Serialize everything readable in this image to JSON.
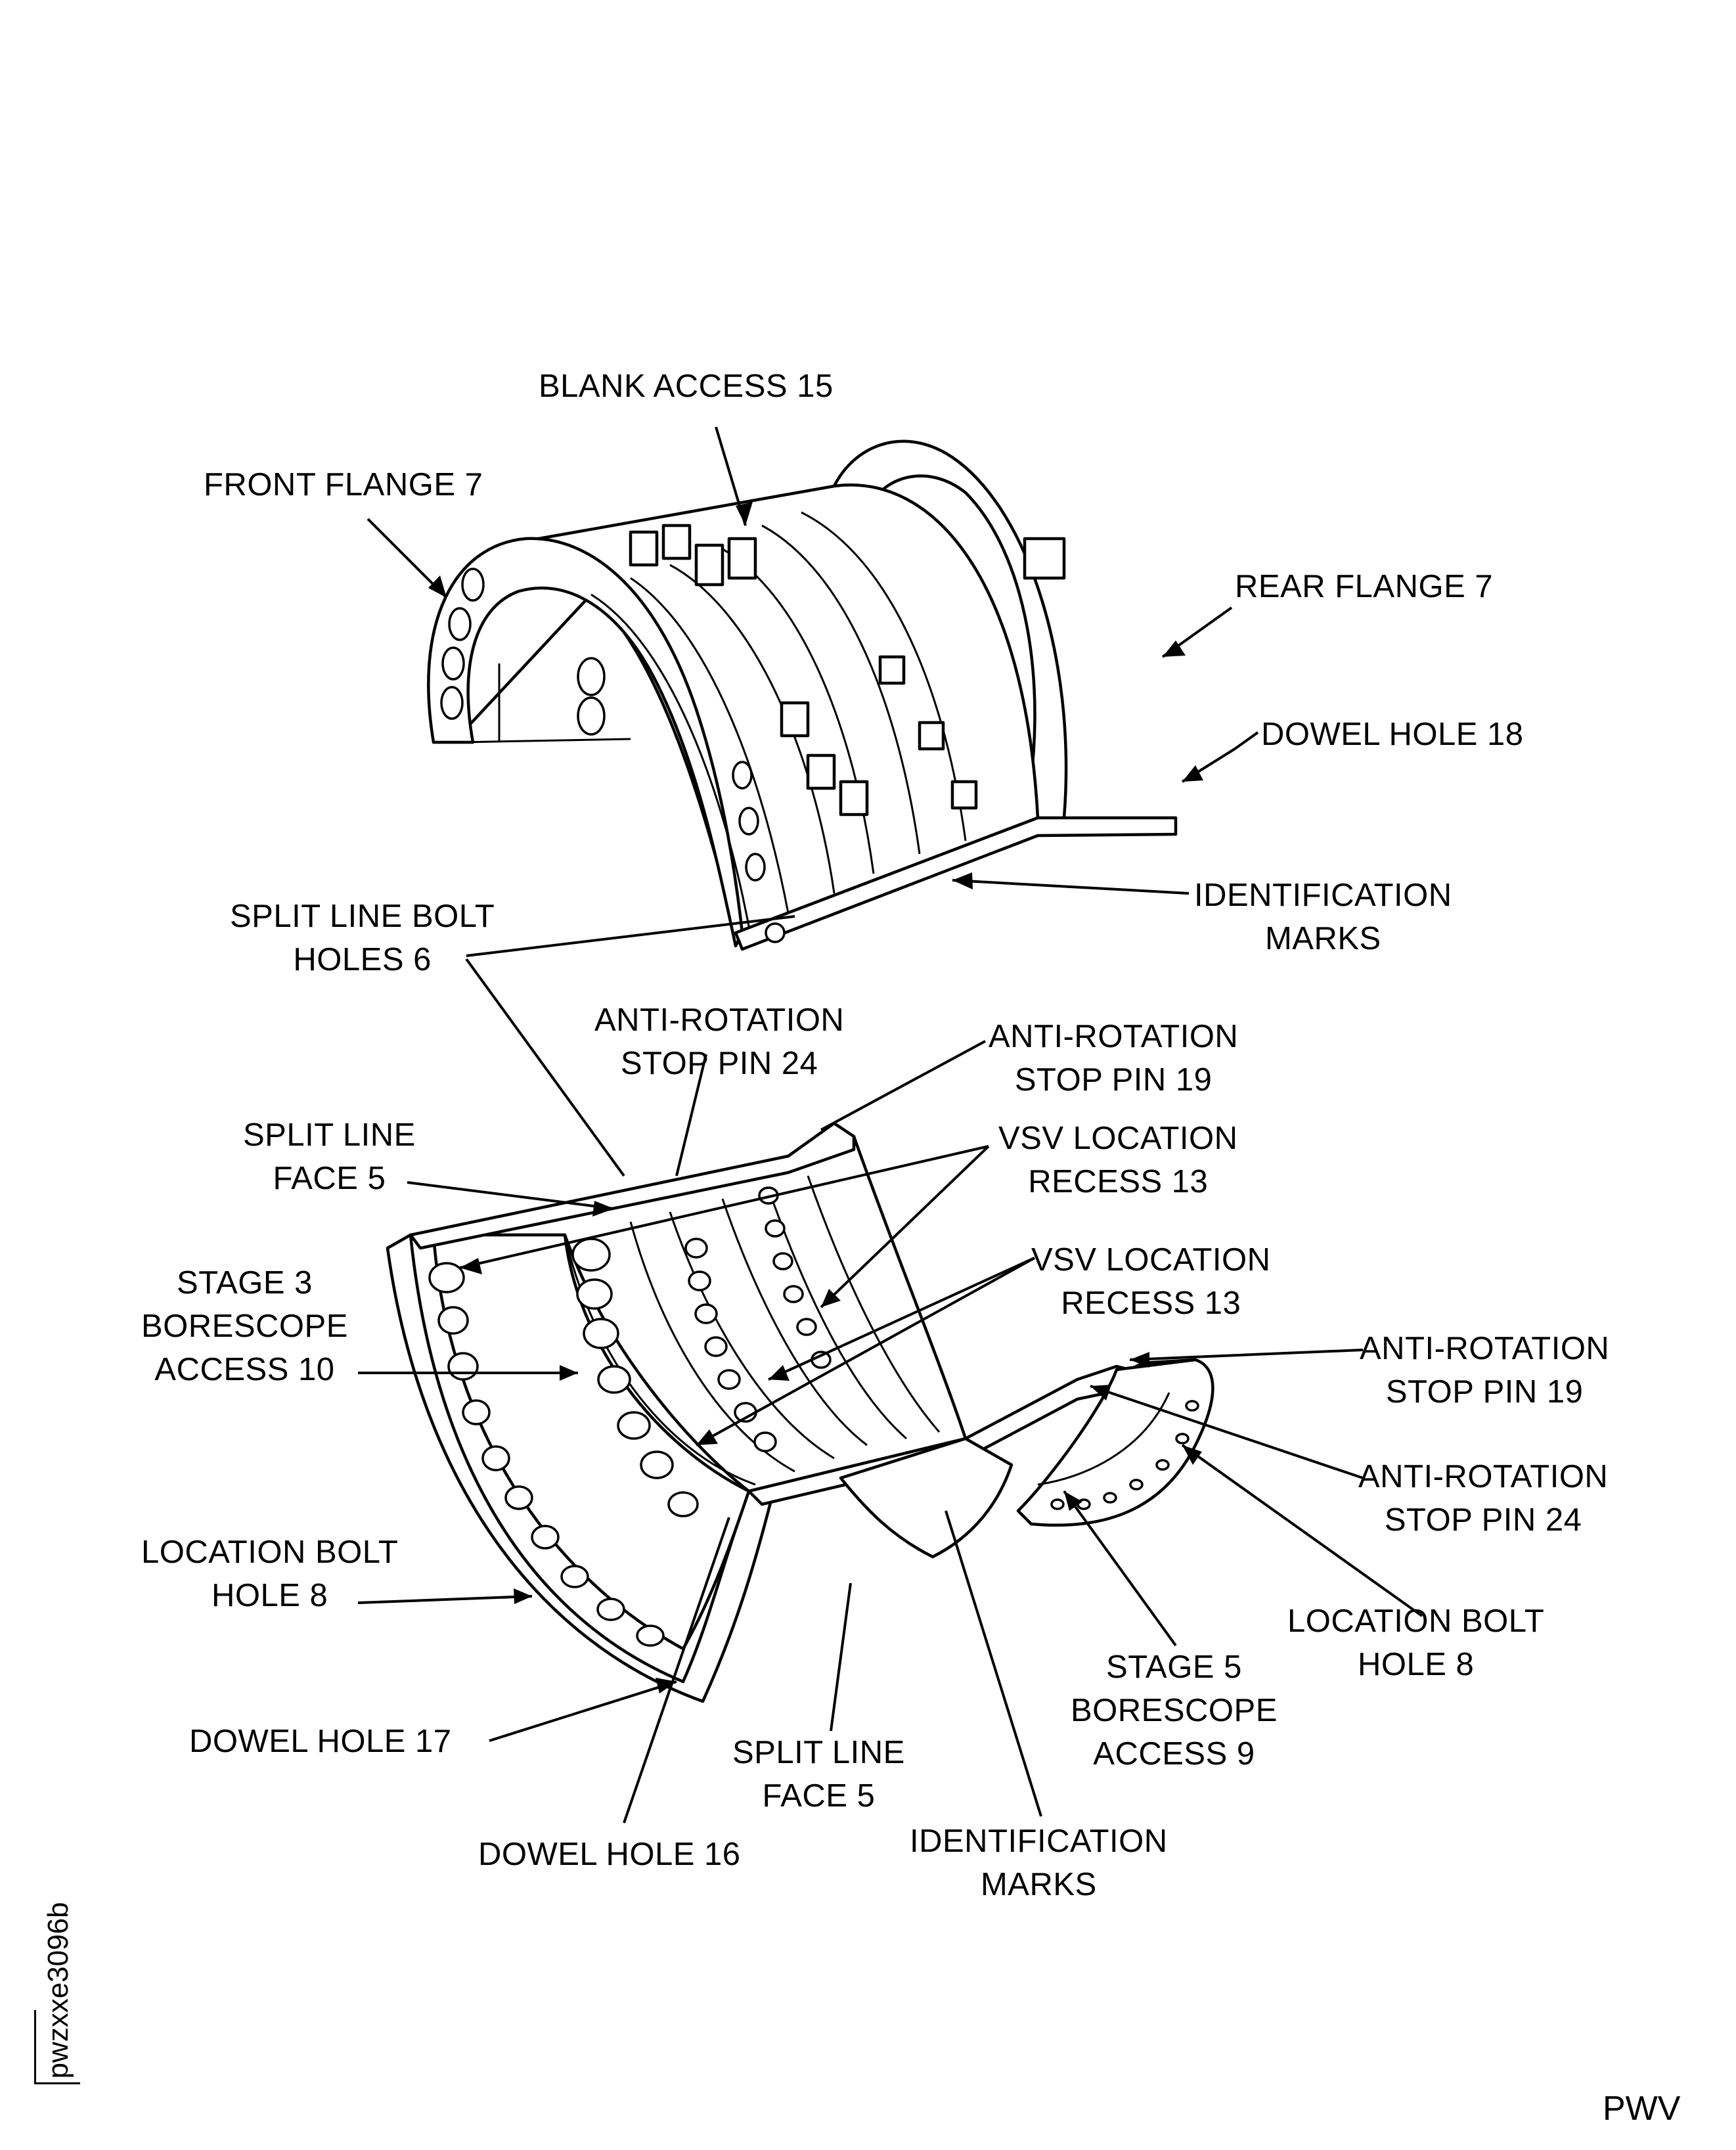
{
  "figure_code": "pwzxxe3096b",
  "corner_mark": "PWV",
  "callouts": {
    "blank_access": [
      "BLANK ACCESS 15"
    ],
    "front_flange": [
      "FRONT FLANGE 7"
    ],
    "rear_flange": [
      "REAR FLANGE 7"
    ],
    "dowel_hole_18": [
      "DOWEL HOLE 18"
    ],
    "id_marks_upper": [
      "IDENTIFICATION",
      "MARKS"
    ],
    "split_line_bolt_holes": [
      "SPLIT LINE BOLT",
      "HOLES 6"
    ],
    "anti_rot_24_top": [
      "ANTI-ROTATION",
      "STOP PIN 24"
    ],
    "anti_rot_19_top": [
      "ANTI-ROTATION",
      "STOP PIN 19"
    ],
    "split_line_face_left": [
      "SPLIT LINE",
      "FACE 5"
    ],
    "vsv_recess_upper": [
      "VSV LOCATION",
      "RECESS 13"
    ],
    "vsv_recess_lower": [
      "VSV LOCATION",
      "RECESS 13"
    ],
    "stage3_borescope": [
      "STAGE 3",
      "BORESCOPE",
      "ACCESS 10"
    ],
    "anti_rot_19_right": [
      "ANTI-ROTATION",
      "STOP PIN 19"
    ],
    "anti_rot_24_right": [
      "ANTI-ROTATION",
      "STOP PIN 24"
    ],
    "location_bolt_left": [
      "LOCATION BOLT",
      "HOLE 8"
    ],
    "location_bolt_right": [
      "LOCATION BOLT",
      "HOLE 8"
    ],
    "stage5_borescope": [
      "STAGE 5",
      "BORESCOPE",
      "ACCESS 9"
    ],
    "dowel_hole_17": [
      "DOWEL HOLE 17"
    ],
    "split_line_face_bottom": [
      "SPLIT LINE",
      "FACE 5"
    ],
    "id_marks_lower": [
      "IDENTIFICATION",
      "MARKS"
    ],
    "dowel_hole_16": [
      "DOWEL HOLE 16"
    ]
  }
}
